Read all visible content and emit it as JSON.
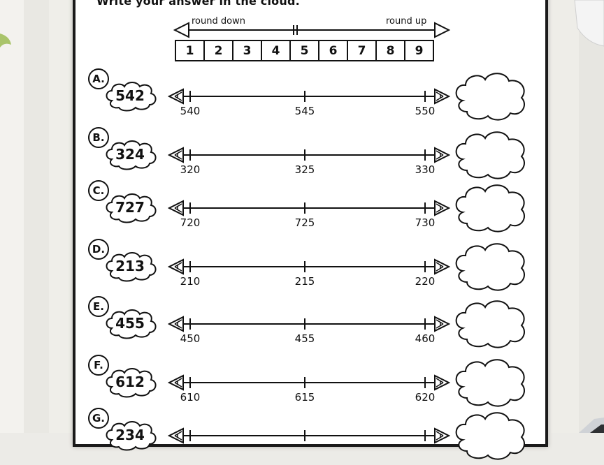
{
  "worksheet": {
    "instruction": "Write your answer in the cloud.",
    "scale": {
      "round_down_label": "round down",
      "round_up_label": "round up",
      "digits": [
        "1",
        "2",
        "3",
        "4",
        "5",
        "6",
        "7",
        "8",
        "9"
      ]
    },
    "problems": [
      {
        "letter": "A.",
        "number": "542",
        "start": "540",
        "mid": "545",
        "end": "550"
      },
      {
        "letter": "B.",
        "number": "324",
        "start": "320",
        "mid": "325",
        "end": "330"
      },
      {
        "letter": "C.",
        "number": "727",
        "start": "720",
        "mid": "725",
        "end": "730"
      },
      {
        "letter": "D.",
        "number": "213",
        "start": "210",
        "mid": "215",
        "end": "220"
      },
      {
        "letter": "E.",
        "number": "455",
        "start": "450",
        "mid": "455",
        "end": "460"
      },
      {
        "letter": "F.",
        "number": "612",
        "start": "610",
        "mid": "615",
        "end": "620"
      },
      {
        "letter": "G.",
        "number": "234",
        "start": "",
        "mid": "",
        "end": ""
      }
    ]
  },
  "colors": {
    "ink": "#111111",
    "paper": "#ffffff",
    "wood": "#ecebe7"
  }
}
